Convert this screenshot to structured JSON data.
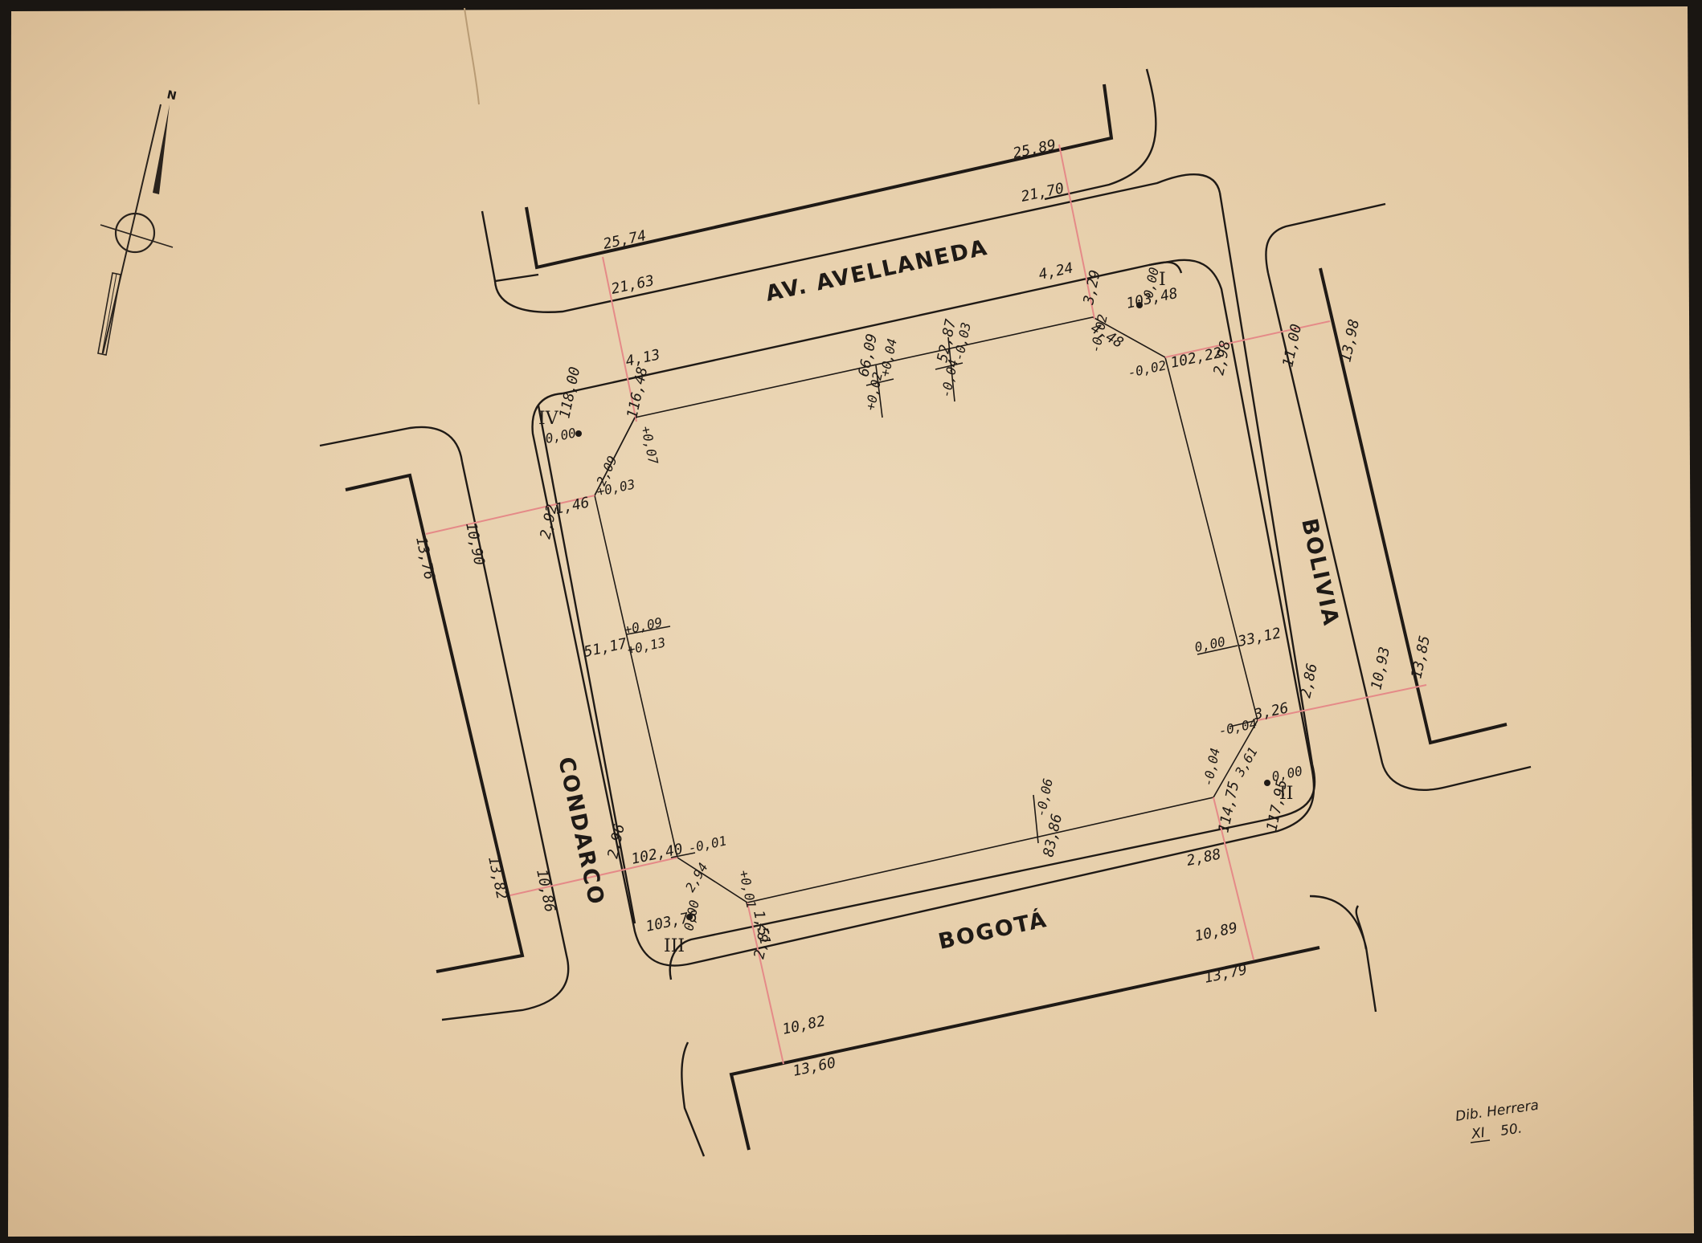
{
  "colors": {
    "paper": "#e8d2b0",
    "ink": "#1f1a16",
    "survey_line": "#e58a88",
    "frame": "#1a1612"
  },
  "icons": {
    "north_arrow": "north-arrow-icon"
  },
  "north_label": "N",
  "streets": {
    "avellaneda": "AV. AVELLANEDA",
    "bolivia": "BOLIVIA",
    "bogota": "BOGOTÁ",
    "condarco": "CONDARCO"
  },
  "corners": {
    "I": "I",
    "II": "II",
    "III": "III",
    "IV": "IV"
  },
  "measurements": {
    "avellaneda_w_outer": "25,74",
    "avellaneda_w_inner": "21,63",
    "avellaneda_w_sidewalk": "4,13",
    "avellaneda_e_outer": "25,89",
    "avellaneda_e_inner": "21,70",
    "avellaneda_e_sidewalk": "4,24",
    "north_mid_1": "66,09",
    "north_mid_1_a": "+0,04",
    "north_mid_1_b": "+0,02",
    "north_mid_2": "52,87",
    "north_mid_2_a": "-0,03",
    "north_mid_2_b": "-0,04",
    "corner_I_sidewalk": "3,29",
    "corner_I_chamfer_offset": "-0,02",
    "corner_I_chamfer": "4,48",
    "corner_I_level": "0,00",
    "corner_I_side": "103,48",
    "corner_I_e_offset": "-0,02",
    "corner_I_e_side": "102,22",
    "bolivia_n_sidewalk": "2,98",
    "bolivia_n_inner": "11,00",
    "bolivia_n_outer": "13,98",
    "bolivia_mid_offset": "0,00",
    "bolivia_mid": "33,12",
    "bolivia_s_sidewalk": "2,86",
    "bolivia_s_inner": "10,93",
    "bolivia_s_outer": "13,85",
    "corner_II_chamfer_offset_1": "-0,04",
    "corner_II_chamfer_top": "3,26",
    "corner_II_chamfer_offset_2": "-0,04",
    "corner_II_chamfer": "3,61",
    "corner_II_level": "0,00",
    "corner_II_side": "117,95",
    "corner_II_s_side": "114,75",
    "bogota_e_sidewalk": "2,88",
    "bogota_e_inner": "10,89",
    "bogota_e_outer": "13,79",
    "bogota_mid_offset": "-0,06",
    "bogota_mid": "83,86",
    "corner_III_offset_1": "-0,01",
    "corner_III_side": "102,40",
    "corner_III_chamfer": "2,94",
    "corner_III_offset_2": "+0,01",
    "corner_III_s_sidewalk": "1,51",
    "corner_III_level": "0,00",
    "corner_III_w_side": "103,76",
    "bogota_w_sidewalk": "2,87",
    "bogota_w_inner": "10,82",
    "bogota_w_outer": "13,60",
    "condarco_s_sidewalk": "2,96",
    "condarco_s_inner": "10,86",
    "condarco_s_outer": "13,82",
    "condarco_mid": "51,17",
    "condarco_mid_a": "+0,09",
    "condarco_mid_b": "+0,13",
    "condarco_n_sidewalk": "2,92",
    "condarco_n_inner": "10,90",
    "condarco_n_outer": "13,76",
    "corner_IV_side": "118,00",
    "corner_IV_level": "0,00",
    "corner_IV_n_side": "116,48",
    "corner_IV_offset_1": "+0,07",
    "corner_IV_chamfer": "2,09",
    "corner_IV_w_sidewalk": "1,46",
    "corner_IV_offset_2": "+0,03"
  },
  "signature": {
    "author": "Dib. Herrera",
    "month": "XI",
    "year": "50."
  }
}
